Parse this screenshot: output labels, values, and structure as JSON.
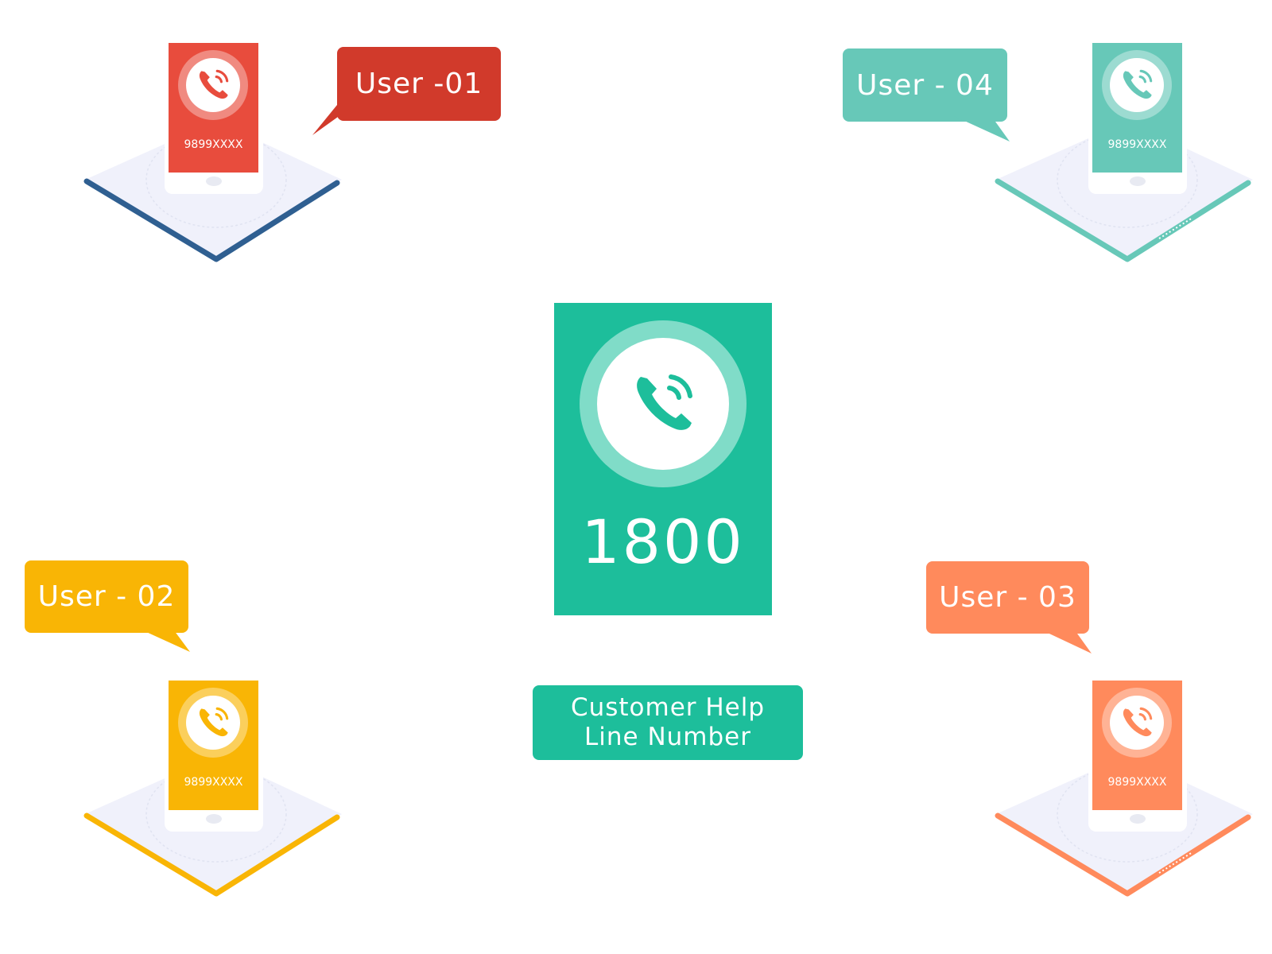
{
  "hub": {
    "number": "1800",
    "label_line1": "Customer Help",
    "label_line2": "Line Number",
    "color": "#1dbe9b",
    "ring_color": "#80dcc8",
    "icon": "phone-ringing-icon"
  },
  "users": [
    {
      "id": "user-01",
      "label": "User -01",
      "phone_number": "9899XXXX",
      "color": "#e84c3d",
      "bubble_color": "#d13a2b",
      "platform_edge_color": "#2f5f91",
      "icon": "phone-ringing-icon"
    },
    {
      "id": "user-02",
      "label": "User - 02",
      "phone_number": "9899XXXX",
      "color": "#f9b505",
      "bubble_color": "#f9b505",
      "platform_edge_color": "#f9b505",
      "icon": "phone-ringing-icon"
    },
    {
      "id": "user-03",
      "label": "User - 03",
      "phone_number": "9899XXXX",
      "color": "#ff8a5c",
      "bubble_color": "#ff8a5c",
      "platform_edge_color": "#ff8a5c",
      "icon": "phone-ringing-icon"
    },
    {
      "id": "user-04",
      "label": "User - 04",
      "phone_number": "9899XXXX",
      "color": "#67c8b8",
      "bubble_color": "#67c8b8",
      "platform_edge_color": "#67c8b8",
      "icon": "phone-ringing-icon"
    }
  ]
}
